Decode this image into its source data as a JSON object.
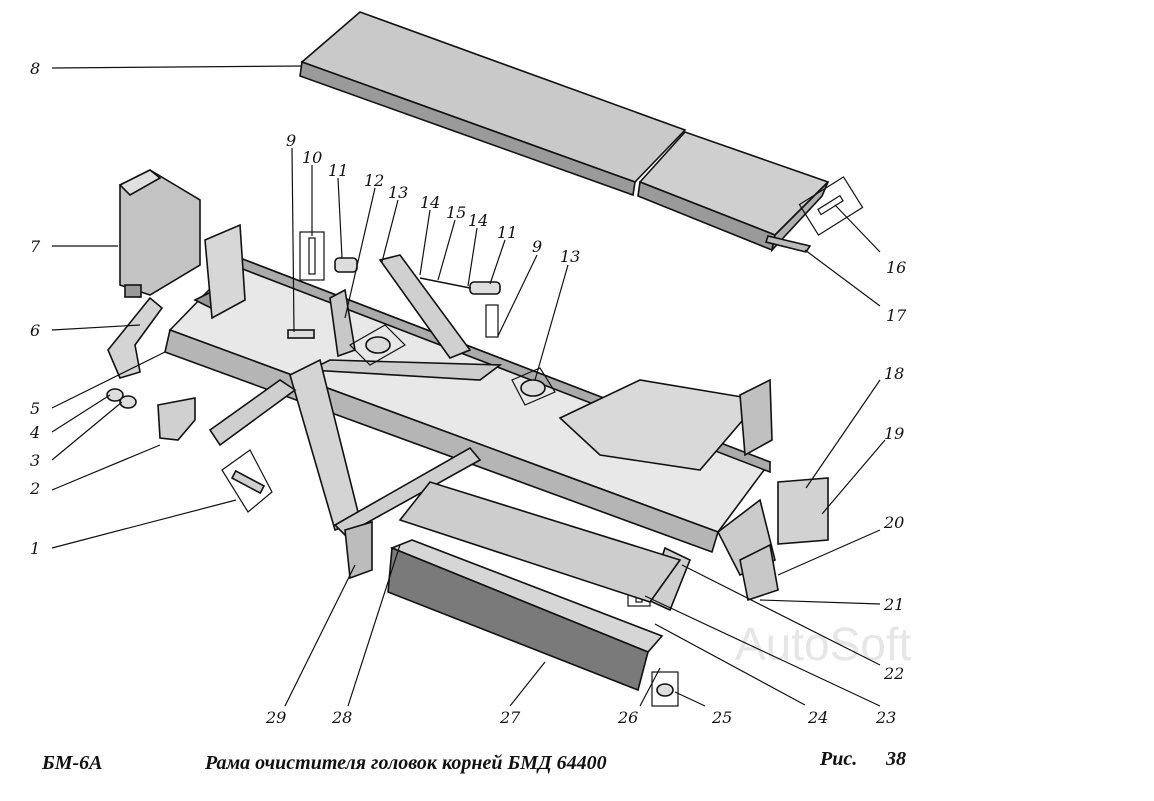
{
  "watermark": "AutoSoft",
  "caption": {
    "model": "БМ-6А",
    "title": "Рама очистителя головок корней  БМД 64400",
    "fig_prefix": "Рис.",
    "fig_number": "38"
  },
  "labels": [
    "1",
    "2",
    "3",
    "4",
    "5",
    "6",
    "7",
    "8",
    "9",
    "10",
    "11",
    "12",
    "13",
    "14",
    "15",
    "14",
    "11",
    "9",
    "13",
    "16",
    "17",
    "18",
    "19",
    "20",
    "21",
    "22",
    "23",
    "24",
    "25",
    "26",
    "27",
    "28",
    "29"
  ],
  "colors": {
    "ink": "#111111",
    "panel": "#cfcfcf",
    "panel_dark": "#8d8d8d",
    "frame": "#e4e4e4"
  }
}
